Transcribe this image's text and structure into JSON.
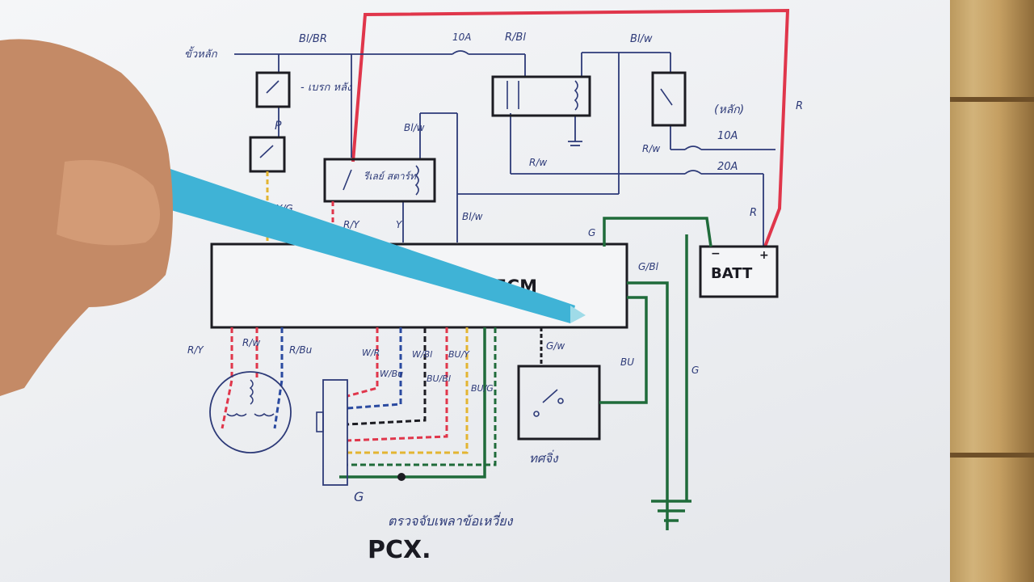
{
  "title": "PCX.",
  "ecm": "ECM",
  "batt": "BATT",
  "batt_minus": "−",
  "batt_plus": "+",
  "thai_left_top": "ขั้วหลัก",
  "brake_switch": "- เบรก\nหลัง",
  "label_p": "P",
  "relay_start": "รีเลย์\nสตาร์ท",
  "fuse_main_label": "(หลัก)",
  "tilt_switch": "ทศจิ่ง",
  "ckp_note": "ตรวจจับเพลาข้อเหวี่ยง",
  "g_label": "G",
  "colors": {
    "red": "#e0364b",
    "green": "#1f6b3a",
    "blue": "#2a4aa0",
    "yellow": "#e3b532",
    "black": "#1c1c22",
    "pen": "#2d3a78"
  },
  "wire_labels": {
    "bl_br": "Bl/BR",
    "fuse_10a_top": "10A",
    "r_bl": "R/Bl",
    "bl_w_top": "Bl/w",
    "bl_w_mid": "Bl/w",
    "bl_w_ecm": "Bl/w",
    "r_right": "R",
    "r_batt": "R",
    "r_w_fuse": "R/w",
    "fuse_10a_right": "10A",
    "r_w_mid": "R/w",
    "fuse_20a": "20A",
    "y_g": "Y/G",
    "r_y_top": "R/Y",
    "y": "Y",
    "g_top": "G",
    "g_bl": "G/Bl",
    "g_w": "G/w",
    "bu_left": "BU",
    "g_right": "G",
    "r_y_low": "R/Y",
    "r_w_low": "R/w",
    "r_bu_low": "R/Bu",
    "w_r": "W/R",
    "w_bu": "W/Bu",
    "w_bl": "W/Bl",
    "bu_y": "BU/Y",
    "bu_bl": "BU/Bl",
    "bu_g": "BU/G"
  }
}
